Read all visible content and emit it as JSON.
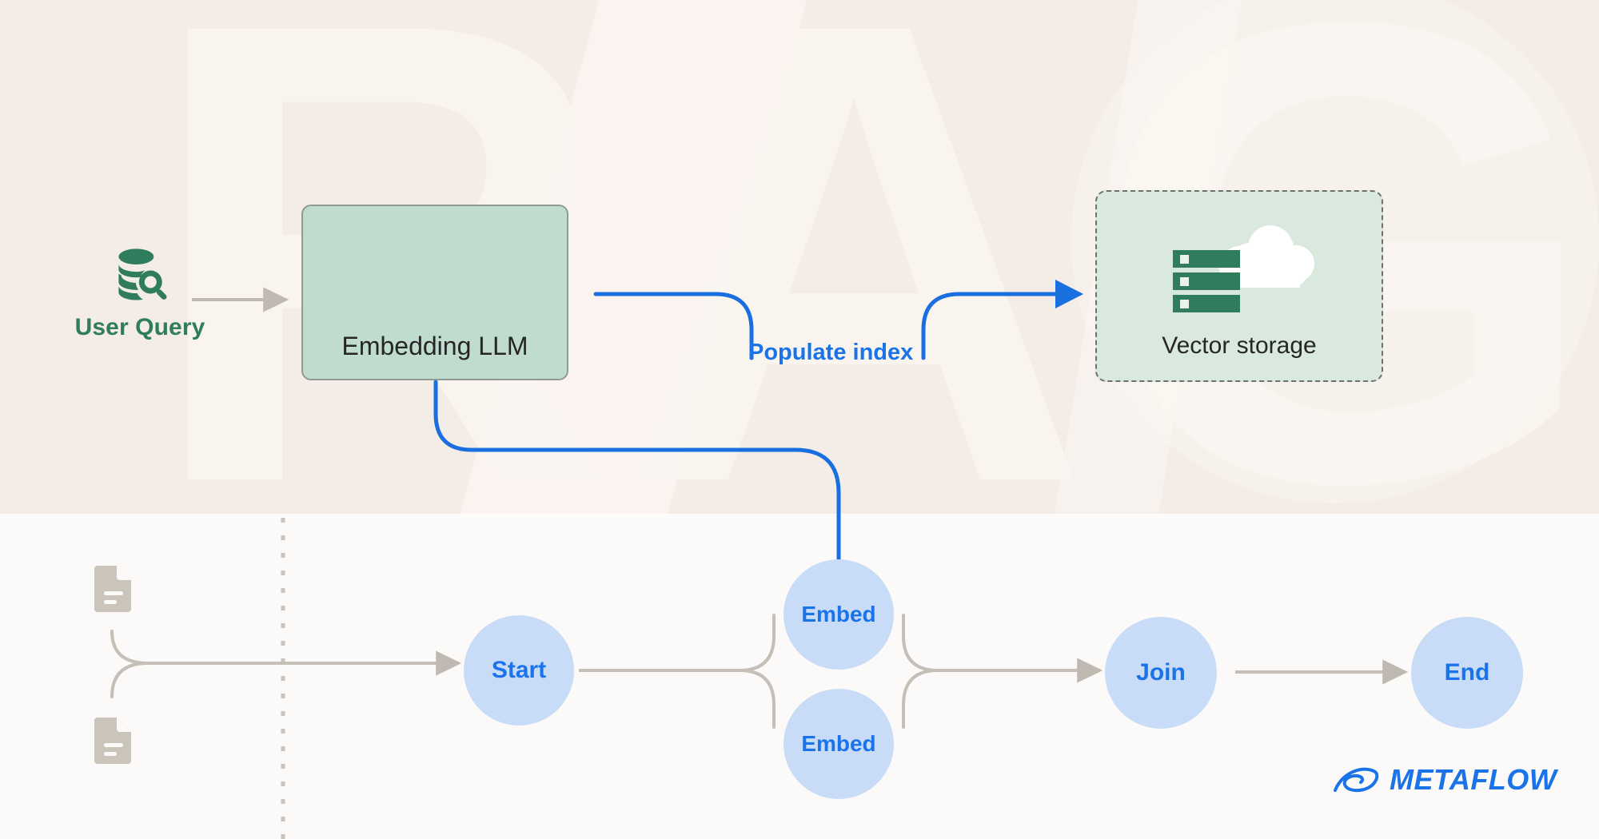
{
  "diagram": {
    "title_watermark": "RAG",
    "background": {
      "top_band_color": "#f4ece7",
      "bottom_band_color": "#fbfaf8",
      "watermark_color": "#faf4ef"
    }
  },
  "source": {
    "icon": "database-search-icon",
    "label": "User Query",
    "label_color": "#2f7d5c"
  },
  "documents": [
    {
      "icon": "document-icon",
      "name": "document-icon-top"
    },
    {
      "icon": "document-icon",
      "name": "document-icon-bottom"
    }
  ],
  "boxes": {
    "embedding_llm": {
      "label": "Embedding LLM",
      "fill": "#bfdccf",
      "border": "#8f9a92"
    },
    "vector_storage": {
      "label": "Vector storage",
      "fill": "#d9e9dd",
      "border": "#6f6f6f",
      "icons": [
        "server-rack-icon",
        "cloud-icon"
      ]
    }
  },
  "edges": {
    "populate_index_label": "Populate index",
    "accent_color": "#1a73e8",
    "gray_color": "#c5bfb7"
  },
  "flow": {
    "node_fill": "#c8dcf8",
    "node_text_color": "#1a73e8",
    "nodes": [
      {
        "id": "start",
        "label": "Start"
      },
      {
        "id": "embed-1",
        "label": "Embed"
      },
      {
        "id": "embed-2",
        "label": "Embed"
      },
      {
        "id": "join",
        "label": "Join"
      },
      {
        "id": "end",
        "label": "End"
      }
    ]
  },
  "branding": {
    "wordmark": "METAFLOW",
    "color": "#1a73e8",
    "icon": "metaflow-eye-icon"
  }
}
